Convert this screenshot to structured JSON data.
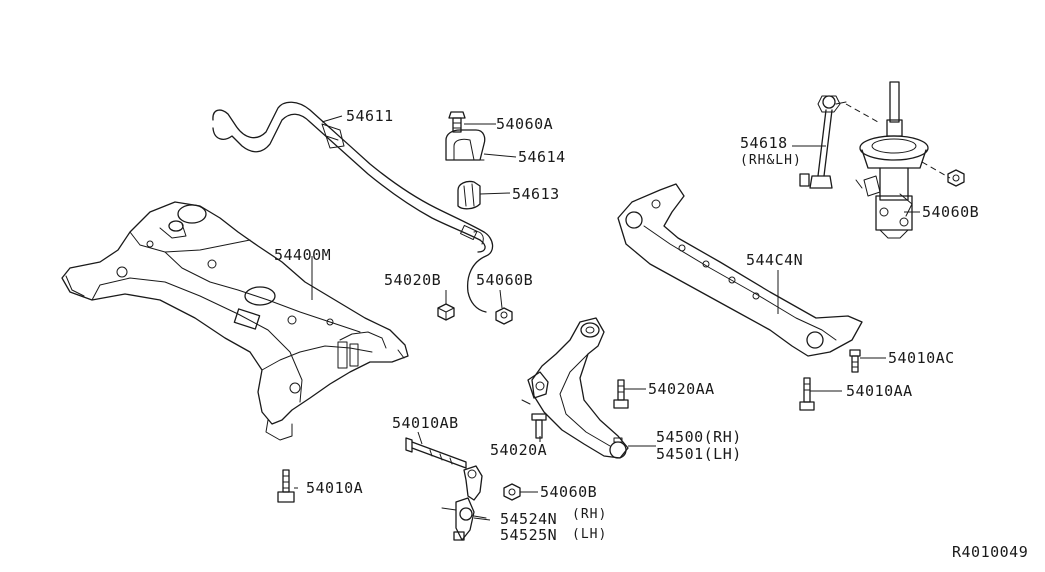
{
  "diagram_id": "R4010049",
  "labels": {
    "stabilizer": "54611",
    "bolt_60a": "54060A",
    "clamp": "54614",
    "bushing": "54613",
    "member": "54400M",
    "nut_20b": "54020B",
    "nut_60b_top": "54060B",
    "link": "54618",
    "link_side": "(RH&LH)",
    "strut_nut": "54060B",
    "brace": "544C4N",
    "bolt_10ac": "54010AC",
    "bolt_10aa": "54010AA",
    "bolt_20aa": "54020AA",
    "bolt_20a": "54020A",
    "arm_rh": "54500(RH)",
    "arm_lh": "54501(LH)",
    "bolt_10ab": "54010AB",
    "bolt_10a": "54010A",
    "nut_60b_bottom": "54060B",
    "bracket_rh": "54524N",
    "bracket_rh_side": "(RH)",
    "bracket_lh": "54525N",
    "bracket_lh_side": "(LH)"
  }
}
